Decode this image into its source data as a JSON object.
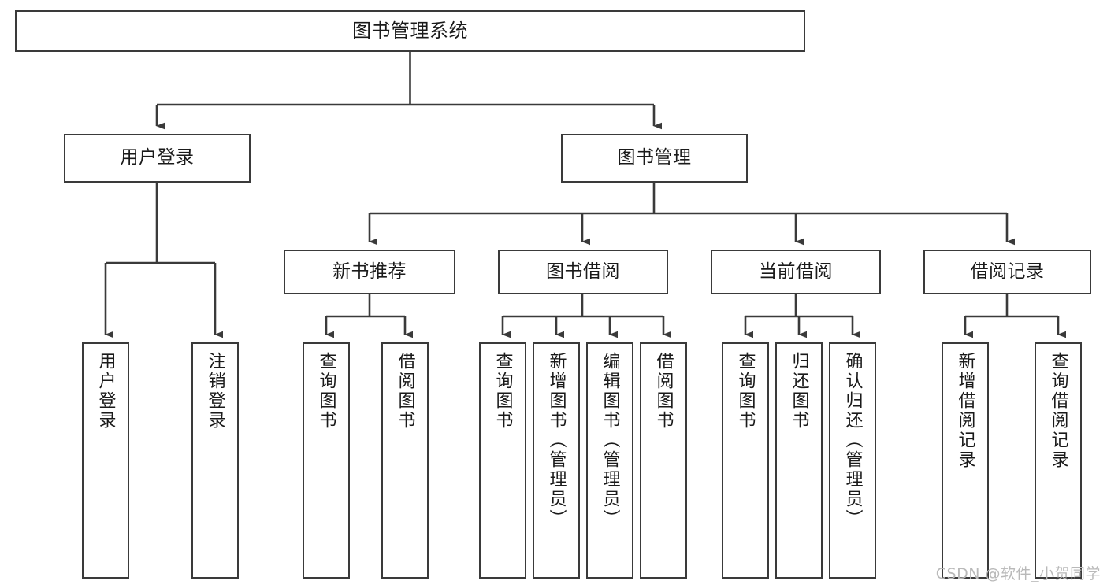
{
  "diagram": {
    "title": "图书管理系统",
    "type": "tree",
    "colors": {
      "border": "#3a3a3a",
      "background": "#ffffff",
      "text": "#1a1a1a",
      "edge": "#3a3a3a",
      "watermark": "#b9b9b9"
    },
    "watermark": "CSDN @软件_小贺同学",
    "nodes": {
      "root": {
        "label": "图书管理系统"
      },
      "level1": [
        {
          "id": "user-login",
          "label": "用户登录"
        },
        {
          "id": "book-manage",
          "label": "图书管理"
        }
      ],
      "level2": [
        {
          "id": "new-book-rec",
          "label": "新书推荐"
        },
        {
          "id": "book-borrow",
          "label": "图书借阅"
        },
        {
          "id": "current-borrow",
          "label": "当前借阅"
        },
        {
          "id": "borrow-record",
          "label": "借阅记录"
        }
      ],
      "leaves": {
        "user_login": [
          {
            "id": "leaf-user-login",
            "label": "用户登录"
          },
          {
            "id": "leaf-logout",
            "label": "注销登录"
          }
        ],
        "new_book_rec": [
          {
            "id": "leaf-query-book-1",
            "label": "查询图书"
          },
          {
            "id": "leaf-borrow-book-1",
            "label": "借阅图书"
          }
        ],
        "book_borrow": [
          {
            "id": "leaf-query-book-2",
            "label": "查询图书"
          },
          {
            "id": "leaf-add-book",
            "label": "新增图书（管理员）"
          },
          {
            "id": "leaf-edit-book",
            "label": "编辑图书（管理员）"
          },
          {
            "id": "leaf-borrow-book-2",
            "label": "借阅图书"
          }
        ],
        "current_borrow": [
          {
            "id": "leaf-query-book-3",
            "label": "查询图书"
          },
          {
            "id": "leaf-return-book",
            "label": "归还图书"
          },
          {
            "id": "leaf-confirm-return",
            "label": "确认归还（管理员）"
          }
        ],
        "borrow_record": [
          {
            "id": "leaf-add-record",
            "label": "新增借阅记录"
          },
          {
            "id": "leaf-query-record",
            "label": "查询借阅记录"
          }
        ]
      }
    }
  }
}
